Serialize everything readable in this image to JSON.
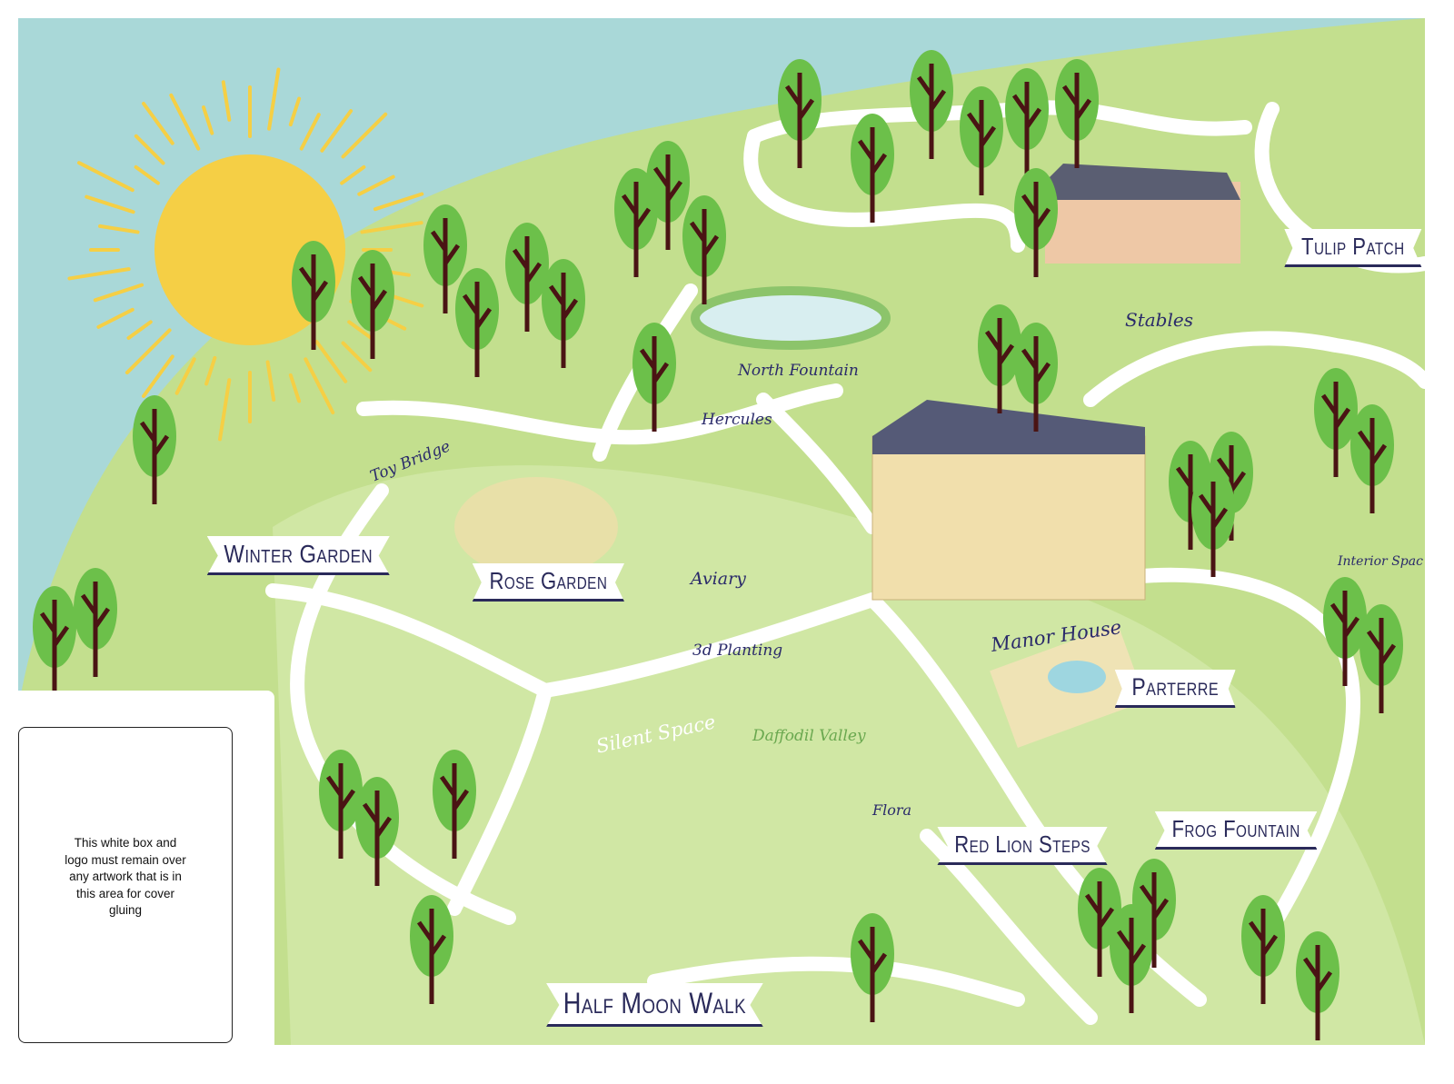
{
  "map": {
    "colors": {
      "sky": "#a9d8d8",
      "grass": "#c3df8e",
      "grass_light": "#d4e9a8",
      "path": "#ffffff",
      "sun": "#f5cf45",
      "tree": "#6cc04a",
      "trunk": "#4a1414",
      "label_ink": "#2a2a5a"
    },
    "banners": [
      {
        "id": "winter-garden",
        "label": "Winter Garden"
      },
      {
        "id": "rose-garden",
        "label": "Rose Garden"
      },
      {
        "id": "tulip-patch",
        "label": "Tulip Patch"
      },
      {
        "id": "parterre",
        "label": "Parterre"
      },
      {
        "id": "red-lion-steps",
        "label": "Red Lion Steps"
      },
      {
        "id": "frog-fountain",
        "label": "Frog Fountain"
      },
      {
        "id": "half-moon-walk",
        "label": "Half Moon Walk"
      }
    ],
    "script_labels": [
      {
        "id": "toy-bridge",
        "label": "Toy Bridge"
      },
      {
        "id": "hercules",
        "label": "Hercules"
      },
      {
        "id": "north-fountain",
        "label": "North Fountain"
      },
      {
        "id": "stables",
        "label": "Stables"
      },
      {
        "id": "aviary",
        "label": "Aviary"
      },
      {
        "id": "3d-planting",
        "label": "3d Planting"
      },
      {
        "id": "manor-house",
        "label": "Manor House"
      },
      {
        "id": "interior-space",
        "label": "Interior Spac"
      },
      {
        "id": "silent-space",
        "label": "Silent Space"
      },
      {
        "id": "daffodil-valley",
        "label": "Daffodil Valley"
      },
      {
        "id": "flora",
        "label": "Flora"
      }
    ]
  },
  "glue_box": {
    "text": "This white box and logo must remain over any artwork that is in this area for cover gluing"
  }
}
